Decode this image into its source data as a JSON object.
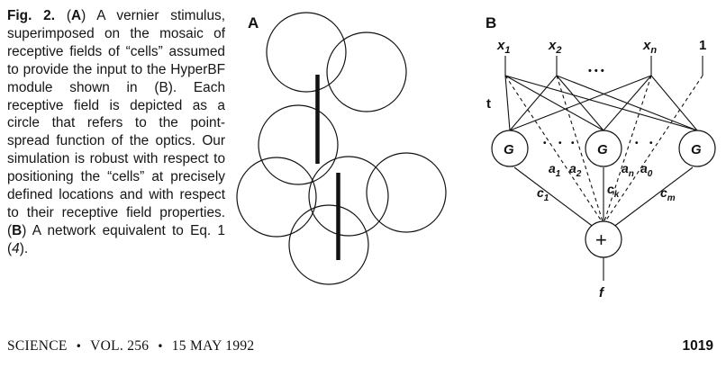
{
  "caption": {
    "fig_label": "Fig. 2.",
    "part_a_marker": "A",
    "text_1": " A vernier stimulus, superimposed on the mosaic of receptive fields of “cells” assumed to provide the input to the HyperBF module shown in (B). Each receptive field is depicted as a circle that refers to the point-spread function of the optics. Our simulation is robust with respect to positioning the “cells” at precisely defined locations and with respect to their receptive field properties. (",
    "part_b_marker": "B",
    "text_2": ") A network equivalent to Eq. 1 (",
    "ref": "4",
    "text_3": ")."
  },
  "panel_a": {
    "label": "A"
  },
  "panel_b": {
    "label": "B",
    "inputs": [
      {
        "name": "x",
        "sub": "1"
      },
      {
        "name": "x",
        "sub": "2"
      },
      {
        "name": "x",
        "sub": "n"
      }
    ],
    "bias_input": "1",
    "input_ellipsis": "•   •   •",
    "hidden_ellipsis": "•",
    "t_label": "t",
    "hidden_unit": "G",
    "weights_a": [
      {
        "name": "a",
        "sub": "1"
      },
      {
        "name": "a",
        "sub": "2"
      },
      {
        "name": "a",
        "sub": "n"
      },
      {
        "name": "a",
        "sub": "0"
      }
    ],
    "weights_c": [
      {
        "name": "c",
        "sub": "1"
      },
      {
        "name": "c",
        "sub": "k"
      },
      {
        "name": "c",
        "sub": "m"
      }
    ],
    "sum_symbol": "+",
    "output": "f"
  },
  "footer": {
    "journal": "SCIENCE",
    "bullet": "•",
    "volume": "VOL. 256",
    "date": "15 MAY 1992",
    "page": "1019"
  }
}
